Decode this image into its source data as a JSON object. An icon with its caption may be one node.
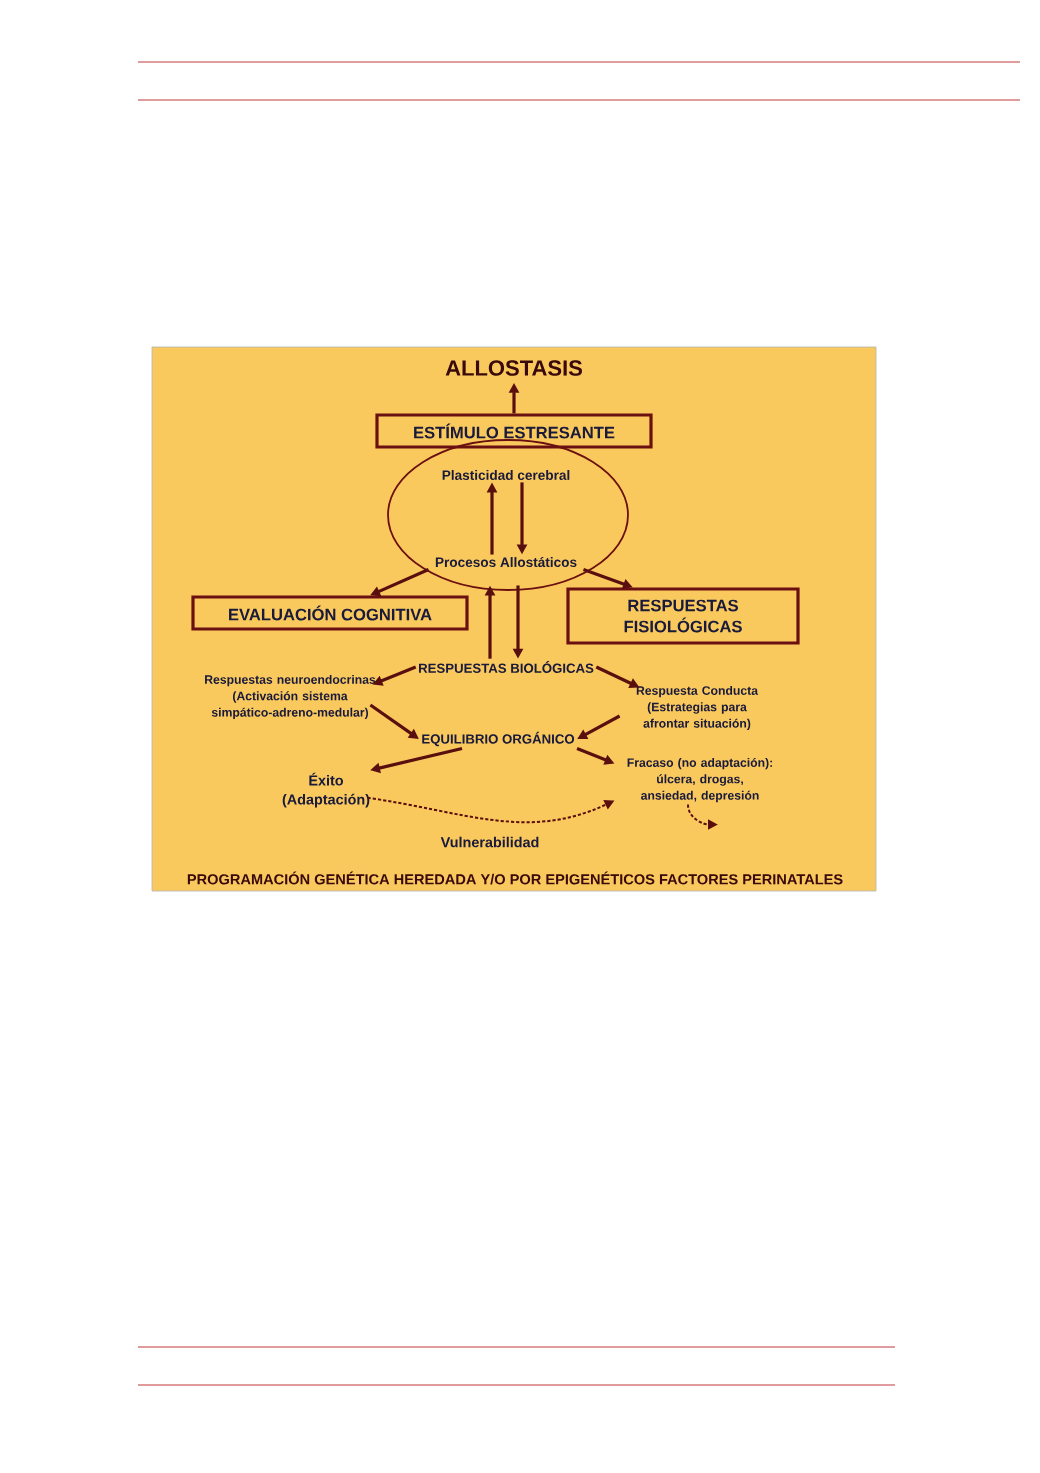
{
  "diagram": {
    "nodes": [
      {
        "text": [
          "ALLOSTASIS"
        ]
      },
      {
        "text": [
          "ESTÍMULO ESTRESANTE"
        ]
      },
      {
        "text": [],
        "shape": "ellipse"
      },
      {
        "text": [
          "Plasticidad cerebral"
        ],
        "in": 2
      },
      {
        "text": [
          "Procesos Allostáticos"
        ],
        "in": 2
      },
      {
        "text": [
          "EVALUACIÓN COGNITIVA"
        ]
      },
      {
        "text": [
          "RESPUESTAS FISIOLÓGICAS"
        ]
      },
      {
        "text": [
          "RESPUESTAS BIOLÓGICAS"
        ]
      },
      {
        "text": [
          "Respuestas neuroendocrinas (Activación sistema simpático-adreno-medular)"
        ]
      },
      {
        "text": [
          "Respuesta Conducta (Estrategias para afrontar situación)"
        ]
      },
      {
        "text": [
          "EQUILIBRIO ORGÁNICO"
        ]
      },
      {
        "text": [
          "Éxito (Adaptación)"
        ]
      },
      {
        "text": [
          "Fracaso (no adaptación): úlcera, drogas, ansiedad, depresión"
        ]
      }
    ],
    "edges": [
      {
        "from": 1,
        "to": 0,
        "arrow": "to"
      },
      {
        "from": 4,
        "to": 3,
        "arrow": "to"
      },
      {
        "from": 3,
        "to": 4,
        "arrow": "to"
      },
      {
        "from": 4,
        "to": 5,
        "arrow": "to"
      },
      {
        "from": 4,
        "to": 6,
        "arrow": "to"
      },
      {
        "from": 7,
        "to": 4,
        "arrow": "to"
      },
      {
        "from": 4,
        "to": 7,
        "arrow": "to"
      },
      {
        "from": 7,
        "to": 8,
        "arrow": "to"
      },
      {
        "from": 7,
        "to": 9,
        "arrow": "to"
      },
      {
        "from": 8,
        "to": 10,
        "arrow": "to"
      },
      {
        "from": 9,
        "to": 10,
        "arrow": "to"
      },
      {
        "from": 10,
        "to": 11,
        "arrow": "to"
      },
      {
        "from": 10,
        "to": 12,
        "arrow": "to"
      },
      {
        "from": 11,
        "to": 12,
        "arrow": "to",
        "style": "dashed",
        "label": "Vulnerabilidad"
      },
      {
        "from": 12,
        "to": null,
        "arrow": "to",
        "style": "dashed"
      }
    ],
    "labels": [
      "PROGRAMACIÓN GENÉTICA HEREDADA Y/O POR EPIGENÉTICOS FACTORES PERINATALES"
    ]
  }
}
